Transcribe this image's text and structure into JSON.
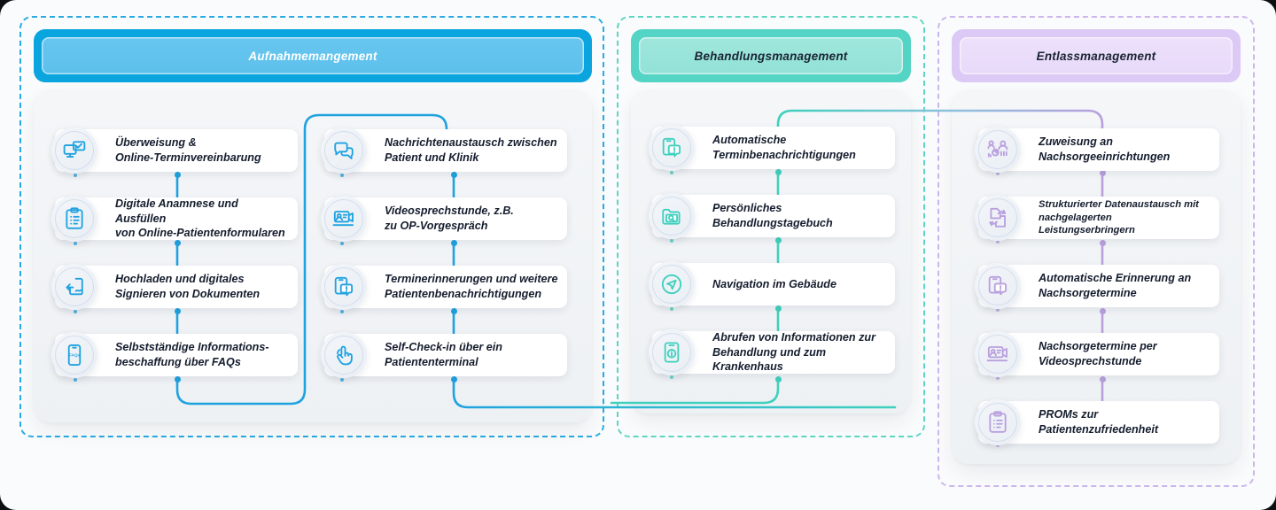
{
  "colors": {
    "blue": "#1fa2e0",
    "blue_dark": "#0aa5de",
    "teal": "#3fd0bd",
    "purple": "#b9a0dd",
    "purple_light": "#cdb6ee",
    "card_text": "#151d2e",
    "page_bg": "#fafbfc"
  },
  "phases": [
    {
      "id": "aufnahme",
      "title": "Aufnahmemangement",
      "accent": "#1fa2e0"
    },
    {
      "id": "behandlung",
      "title": "Behandlungsmanagement",
      "accent": "#3fd0bd"
    },
    {
      "id": "entlass",
      "title": "Entlassmanagement",
      "accent": "#b9a0dd"
    }
  ],
  "columns": [
    {
      "phase": "aufnahme",
      "group": "a1",
      "items": [
        {
          "icon": "monitor-check-icon",
          "lines": [
            "Überweisung &",
            "Online-Terminvereinbarung"
          ]
        },
        {
          "icon": "clipboard-list-icon",
          "lines": [
            "Digitale Anamnese und Ausfüllen",
            "von Online-Patientenformularen"
          ]
        },
        {
          "icon": "upload-document-icon",
          "lines": [
            "Hochladen und digitales",
            "Signieren von Dokumenten"
          ]
        },
        {
          "icon": "smartphone-faq-icon",
          "lines": [
            "Selbstständige Informations-",
            "beschaffung über FAQs"
          ]
        }
      ]
    },
    {
      "phase": "aufnahme",
      "group": "a2",
      "items": [
        {
          "icon": "chat-bubbles-icon",
          "lines": [
            "Nachrichtenaustausch zwischen",
            "Patient und Klinik"
          ]
        },
        {
          "icon": "video-call-icon",
          "lines": [
            "Videosprechstunde, z.B.",
            "zu OP-Vorgespräch"
          ]
        },
        {
          "icon": "phone-alert-icon",
          "lines": [
            "Terminerinnerungen und weitere",
            "Patientenbenachrichtigungen"
          ]
        },
        {
          "icon": "touch-finger-icon",
          "lines": [
            "Self-Check-in über ein",
            "Patiententerminal"
          ]
        }
      ]
    },
    {
      "phase": "behandlung",
      "group": "b1",
      "items": [
        {
          "icon": "phone-alert-icon",
          "lines": [
            "Automatische",
            "Terminbenachrichtigungen"
          ]
        },
        {
          "icon": "folder-search-icon",
          "lines": [
            "Persönliches",
            "Behandlungstagebuch"
          ]
        },
        {
          "icon": "navigation-arrow-icon",
          "lines": [
            "Navigation im Gebäude"
          ]
        },
        {
          "icon": "phone-info-icon",
          "lines": [
            "Abrufen von Informationen zur",
            "Behandlung und zum Krankenhaus"
          ]
        }
      ]
    },
    {
      "phase": "entlass",
      "group": "c1",
      "items": [
        {
          "icon": "people-transfer-icon",
          "lines": [
            "Zuweisung an",
            "Nachsorgeeinrichtungen"
          ]
        },
        {
          "icon": "document-exchange-icon",
          "lines": [
            "Strukturierter Datenaustausch mit",
            "nachgelagerten Leistungserbringern"
          ],
          "small": true
        },
        {
          "icon": "phone-alert-icon",
          "lines": [
            "Automatische Erinnerung an",
            "Nachsorgetermine"
          ]
        },
        {
          "icon": "video-call-icon",
          "lines": [
            "Nachsorgetermine per",
            "Videosprechstunde"
          ]
        },
        {
          "icon": "clipboard-check-icon",
          "lines": [
            "PROMs zur",
            "Patientenzufriedenheit"
          ]
        }
      ]
    }
  ]
}
